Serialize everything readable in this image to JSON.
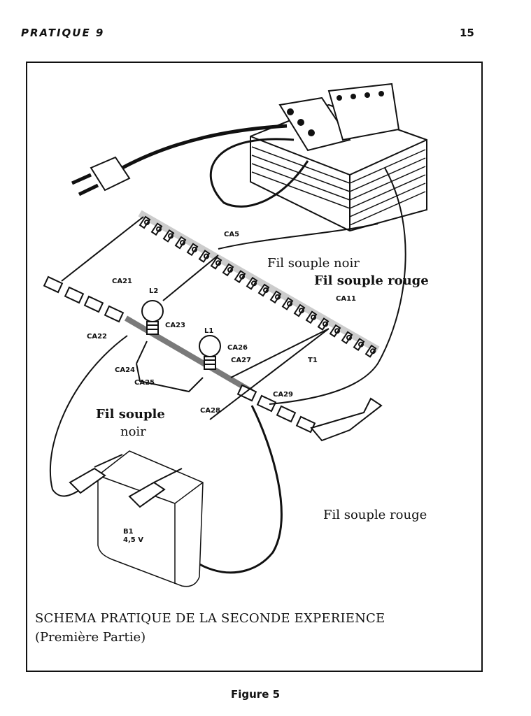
{
  "header": {
    "section": "PRATIQUE 9",
    "page_number": "15"
  },
  "figure": {
    "labels": {
      "ca5": "CA5",
      "ca21": "CA21",
      "ca22": "CA22",
      "ca23": "CA23",
      "ca24": "CA24",
      "ca25": "CA25",
      "ca26": "CA26",
      "ca27": "CA27",
      "ca28": "CA28",
      "ca29": "CA29",
      "ca11": "CA11",
      "l1": "L1",
      "l2": "L2",
      "t1": "T1",
      "b1": "B1",
      "b1_voltage": "4,5 V"
    },
    "wires": {
      "top_black": "Fil souple noir",
      "top_red": "Fil souple rouge",
      "left_black_1": "Fil souple",
      "left_black_2": "noir",
      "bottom_red": "Fil souple rouge"
    },
    "caption_line1": "SCHEMA PRATIQUE DE LA SECONDE EXPERIENCE",
    "caption_line2": "(Première Partie)"
  },
  "footer": {
    "figure_label": "Figure 5"
  }
}
